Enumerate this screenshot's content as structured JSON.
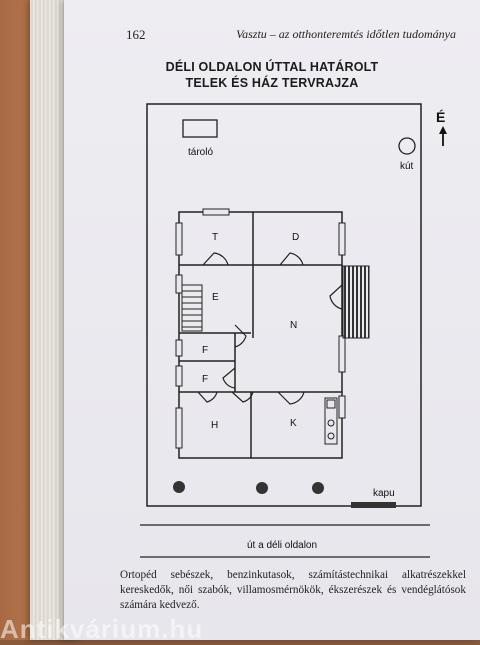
{
  "header": {
    "page_number": "162",
    "running_title": "Vasztu – az otthonteremtés időtlen tudománya"
  },
  "figure": {
    "title_line1": "DÉLI OLDALON ÚTTAL HATÁROLT",
    "title_line2": "TELEK ÉS HÁZ TERVRAJZA",
    "north_label": "É",
    "storage_label": "tároló",
    "well_label": "kút",
    "gate_label": "kapu",
    "road_label": "út a déli oldalon",
    "rooms": {
      "t": "T",
      "d": "D",
      "e": "E",
      "n": "N",
      "f_upper": "F",
      "f_lower": "F",
      "h": "H",
      "k": "K"
    }
  },
  "caption": "Ortopéd sebészek, benzinkutasok, számítástechnikai alkatrészekkel kereskedők, női szabók, villamosmérnökök, ékszerészek és vendéglátósok számára kedvező.",
  "watermark": "Antikvárium.hu"
}
